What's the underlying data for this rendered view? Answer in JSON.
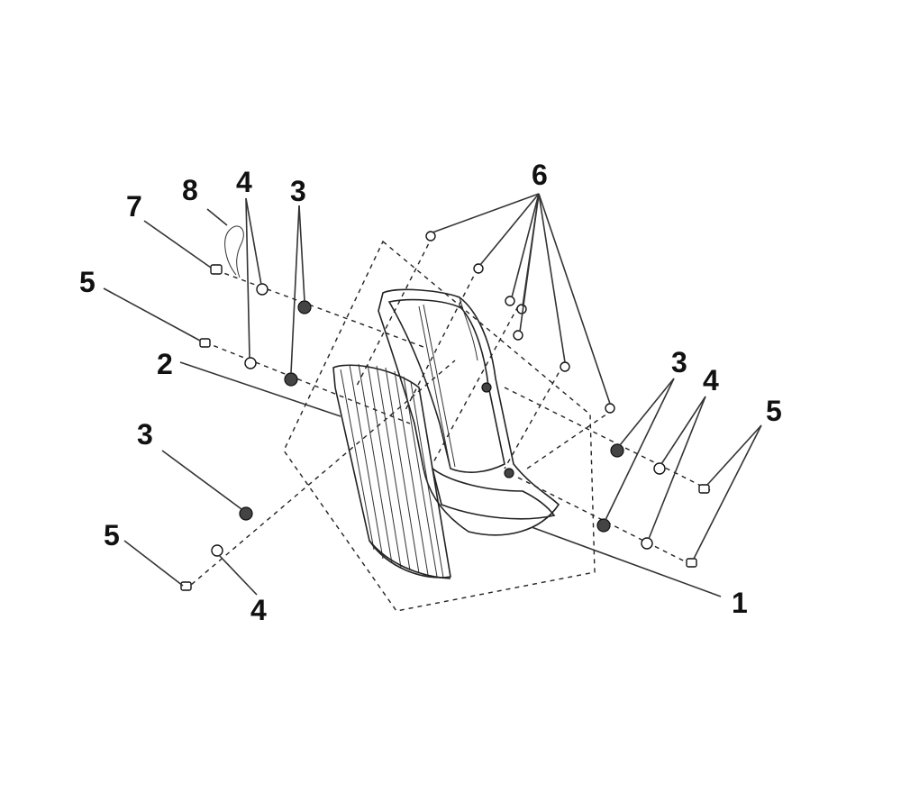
{
  "callouts": {
    "c1": "1",
    "c2": "2",
    "c3a": "3",
    "c3b": "3",
    "c3c": "3",
    "c4a": "4",
    "c4b": "4",
    "c4c": "4",
    "c5a": "5",
    "c5b": "5",
    "c5c": "5",
    "c6": "6",
    "c7": "7",
    "c8": "8"
  }
}
